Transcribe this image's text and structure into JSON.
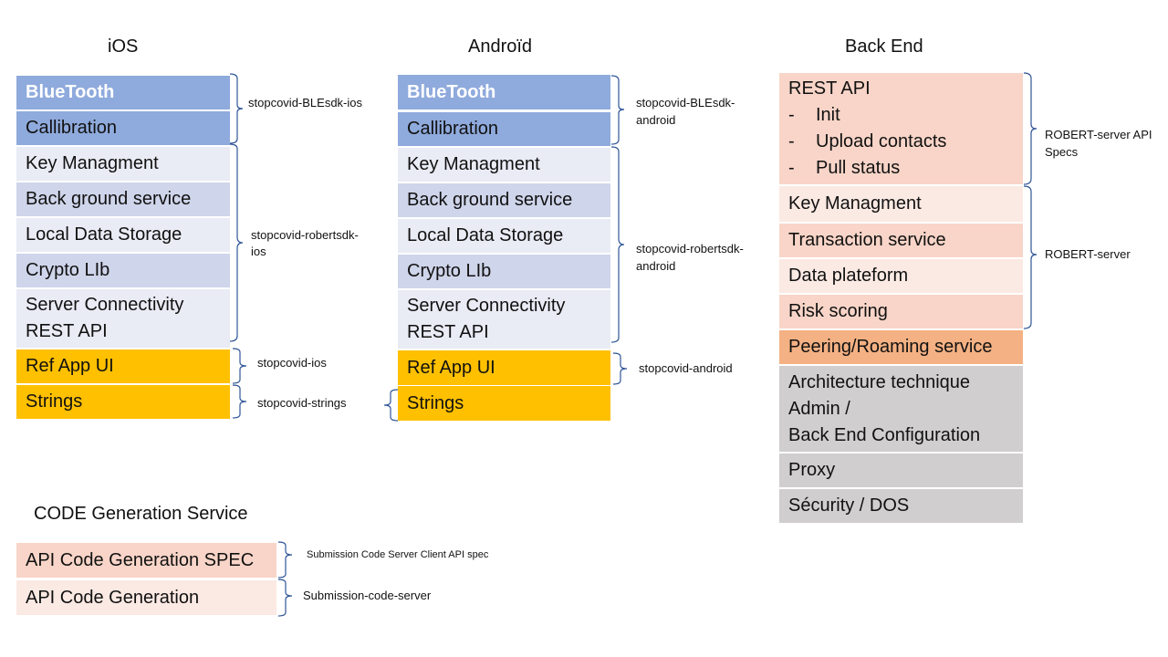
{
  "titles": {
    "ios": "iOS",
    "android": "Androïd",
    "backend": "Back End",
    "codegen": "CODE Generation Service"
  },
  "ios": {
    "blocks": [
      "BlueTooth",
      "Callibration",
      "Key Managment",
      "Back ground service",
      "Local Data Storage",
      "Crypto LIb",
      "Server Connectivity",
      "REST API",
      "Ref App UI",
      "Strings"
    ],
    "labels": {
      "ble": "stopcovid-BLEsdk-ios",
      "robert_l1": "stopcovid-robertsdk-",
      "robert_l2": "ios",
      "app": "stopcovid-ios",
      "strings": "stopcovid-strings"
    }
  },
  "android": {
    "blocks": [
      "BlueTooth",
      "Callibration",
      "Key Managment",
      "Back ground service",
      "Local Data Storage",
      "Crypto LIb",
      "Server Connectivity",
      "REST API",
      "Ref App UI",
      "Strings"
    ],
    "labels": {
      "ble_l1": "stopcovid-BLEsdk-",
      "ble_l2": "android",
      "robert_l1": "stopcovid-robertsdk-",
      "robert_l2": "android",
      "app": "stopcovid-android"
    }
  },
  "backend": {
    "rest_api": "REST API",
    "rest_items": [
      "Init",
      "Upload contacts",
      "Pull status"
    ],
    "dash": "-",
    "blocks": [
      "Key Managment",
      "Transaction service",
      "Data plateform",
      "Risk scoring",
      "Peering/Roaming service"
    ],
    "arch": [
      "Architecture technique",
      "Admin /",
      "Back End Configuration"
    ],
    "proxy": "Proxy",
    "security": "Sécurity  / DOS",
    "labels": {
      "specs_l1": "ROBERT-server API",
      "specs_l2": "Specs",
      "server": "ROBERT-server"
    }
  },
  "codegen": {
    "blocks": [
      "API Code Generation SPEC",
      "API Code Generation"
    ],
    "labels": {
      "spec": "Submission Code Server  Client API spec",
      "server": "Submission-code-server"
    }
  },
  "colors": {
    "bluetooth": "#8FAADC",
    "light_blue": "#E9EBF5",
    "mid_blue": "#CFD5EA",
    "orange": "#FFC000",
    "salmon": "#F8D5C8",
    "light_salmon": "#FBE9E3",
    "peach": "#F4B183",
    "gray": "#D0CECE",
    "bracket": "#2F5597"
  }
}
